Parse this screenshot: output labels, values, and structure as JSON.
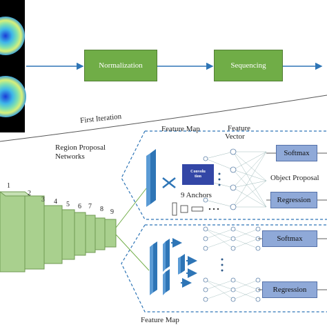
{
  "pipeline": {
    "normalization": "Normalization",
    "sequencing": "Sequencing"
  },
  "first_iteration": "First Iteration",
  "rpn_label": [
    "Region Proposal",
    "Networks"
  ],
  "feature_map_top": "Feature Map",
  "feature_map_bottom": "Feature Map",
  "feature_vector": [
    "Feature",
    "Vector"
  ],
  "convolution": [
    "Convolu",
    "tion"
  ],
  "anchors": "9 Anchors",
  "softmax_top": "Softmax",
  "regression_top": "Regression",
  "softmax_bottom": "Softmax",
  "regression_bottom": "Regression",
  "object_proposal": "Object Proposal",
  "layer_numbers": [
    "1",
    "2",
    "3",
    "4",
    "5",
    "6",
    "7",
    "8",
    "9"
  ],
  "colors": {
    "green": "#70ad47",
    "blue_box": "#8fa9d8",
    "conv": "#3346a6",
    "arrow": "#2e75b6",
    "cnn_green": "#a9d08e"
  }
}
